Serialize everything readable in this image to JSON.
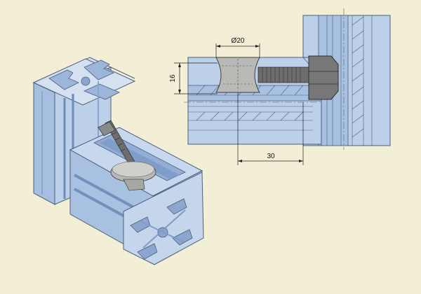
{
  "dimensions": {
    "diameter_label": "Ø20",
    "height_label": "16",
    "length_label": "30"
  },
  "colors": {
    "background": "#f2efd6",
    "profile_light": "#bdd0e8",
    "profile_mid": "#9fb8da",
    "profile_dark": "#7f9dc6",
    "outline": "#4d5f7a",
    "fastener": "#b9b9b6",
    "bolt": "#6d6d6d"
  }
}
